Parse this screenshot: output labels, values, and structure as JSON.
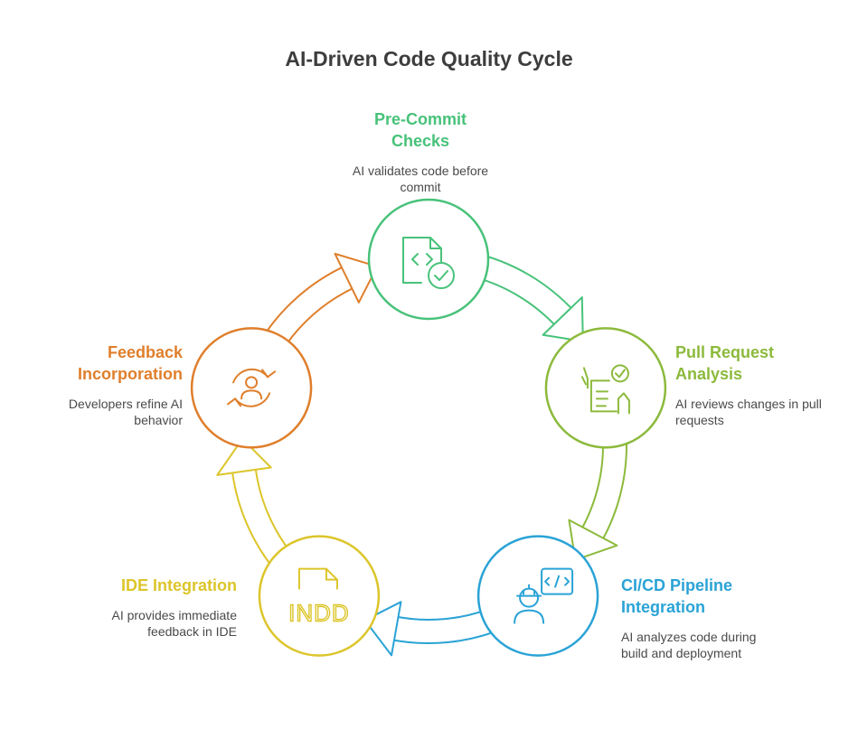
{
  "title": "AI-Driven Code Quality Cycle",
  "colors": {
    "pre_commit": "#48c27a",
    "pull_request": "#8cba3c",
    "cicd": "#2aa3d6",
    "ide": "#dcc52a",
    "feedback": "#df7f2c",
    "title": "#3d3d3d",
    "description": "#4a4a4a"
  },
  "stages": [
    {
      "key": "pre_commit",
      "title_lines": [
        "Pre-Commit",
        "Checks"
      ],
      "description_lines": [
        "AI validates code before",
        "commit"
      ],
      "icon": "code-file-check-icon"
    },
    {
      "key": "pull_request",
      "title_lines": [
        "Pull Request",
        "Analysis"
      ],
      "description_lines": [
        "AI reviews changes in pull",
        "requests"
      ],
      "icon": "checklist-hand-icon"
    },
    {
      "key": "cicd",
      "title_lines": [
        "CI/CD Pipeline",
        "Integration"
      ],
      "description_lines": [
        "AI analyzes code during",
        "build and deployment"
      ],
      "icon": "engineer-code-icon"
    },
    {
      "key": "ide",
      "title_lines": [
        "IDE Integration"
      ],
      "description_lines": [
        "AI provides immediate",
        "feedback in IDE"
      ],
      "icon": "indd-file-icon",
      "icon_text": "INDD"
    },
    {
      "key": "feedback",
      "title_lines": [
        "Feedback",
        "Incorporation"
      ],
      "description_lines": [
        "Developers refine AI",
        "behavior"
      ],
      "icon": "user-refresh-icon"
    }
  ]
}
